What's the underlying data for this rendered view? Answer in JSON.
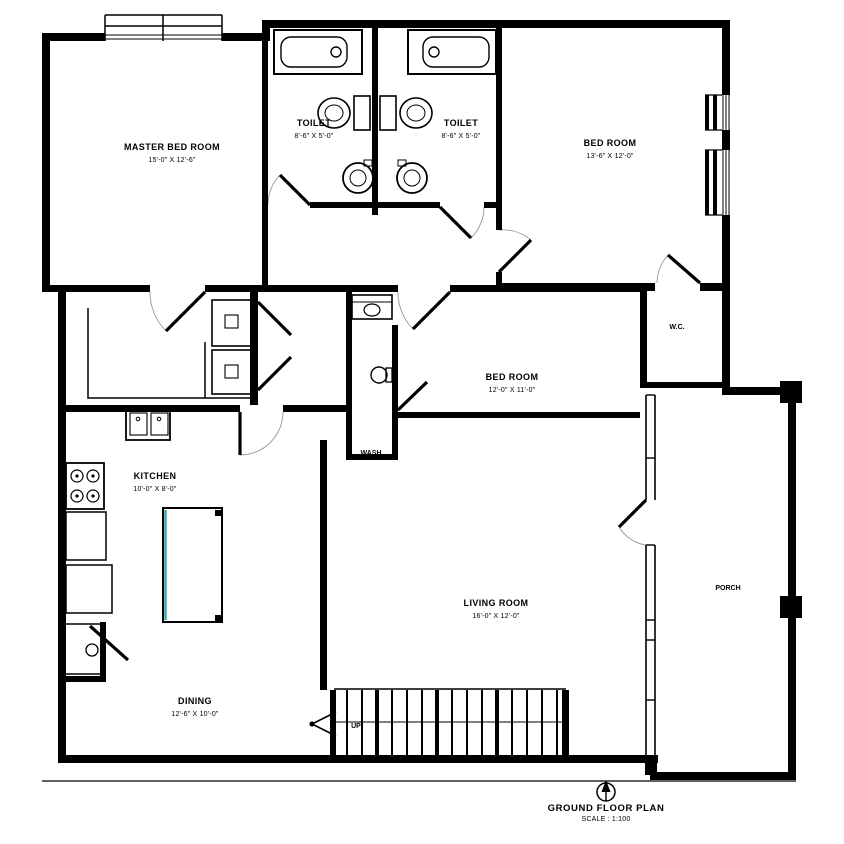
{
  "colors": {
    "line": "#000000",
    "background": "#ffffff",
    "table_edge_accent": "#2fa8a8"
  },
  "plan": {
    "rooms": {
      "master_bedroom": {
        "name": "MASTER BED ROOM",
        "dims": "15'-0\" X 12'-6\""
      },
      "toilet_left": {
        "name": "TOILET",
        "dims": "8'-6\" X 5'-0\""
      },
      "toilet_right": {
        "name": "TOILET",
        "dims": "8'-6\" X 5'-0\""
      },
      "bedroom_2": {
        "name": "BED ROOM",
        "dims": "13'-6\" X 12'-0\""
      },
      "bedroom_3": {
        "name": "BED ROOM",
        "dims": "12'-0\" X 11'-0\""
      },
      "wc": {
        "name": "W.C."
      },
      "wash": {
        "name": "WASH"
      },
      "kitchen": {
        "name": "KITCHEN",
        "dims": "10'-0\" X 8'-0\""
      },
      "dining": {
        "name": "DINING",
        "dims": "12'-6\" X 10'-0\""
      },
      "living": {
        "name": "LIVING ROOM",
        "dims": "16'-0\" X 12'-0\""
      },
      "porch": {
        "name": "PORCH"
      },
      "stairs": {
        "label": "UP"
      }
    },
    "title_block": {
      "title": "GROUND FLOOR PLAN",
      "scale": "SCALE : 1:100"
    }
  }
}
